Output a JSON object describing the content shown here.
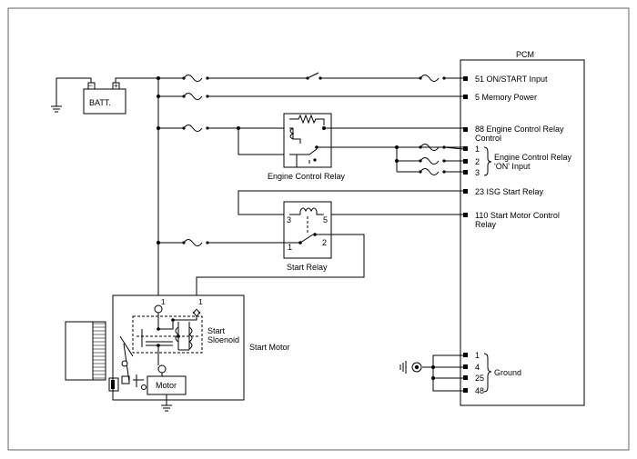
{
  "pcm": {
    "title": "PCM",
    "pins": [
      {
        "num": "51",
        "label": "51 ON/START Input"
      },
      {
        "num": "5",
        "label": "5 Memory Power"
      },
      {
        "num": "88",
        "label": "88 Engine Control Relay",
        "label2": "Control"
      },
      {
        "num": "1",
        "label": "1"
      },
      {
        "num": "2",
        "label": "2"
      },
      {
        "num": "3",
        "label": "3"
      },
      {
        "num": "23",
        "label": "23 ISG Start Relay"
      },
      {
        "num": "110",
        "label": "110 Start Motor Control",
        "label2": "Relay"
      },
      {
        "num": "1",
        "label": "1"
      },
      {
        "num": "4",
        "label": "4"
      },
      {
        "num": "25",
        "label": "25"
      },
      {
        "num": "48",
        "label": "48"
      }
    ],
    "group_on_input": [
      "Engine Control Relay",
      "'ON' Input"
    ],
    "group_ground": "Ground"
  },
  "battery": {
    "label": "BATT."
  },
  "engine_control_relay": {
    "label": "Engine Control Relay"
  },
  "start_relay": {
    "label": "Start Relay",
    "pins": [
      "3",
      "5",
      "1",
      "2"
    ]
  },
  "start_motor": {
    "label": "Start Motor",
    "solenoid_label": [
      "Start",
      "Sloenoid"
    ],
    "motor_label": "Motor",
    "pin_left": "1",
    "pin_right": "1"
  }
}
